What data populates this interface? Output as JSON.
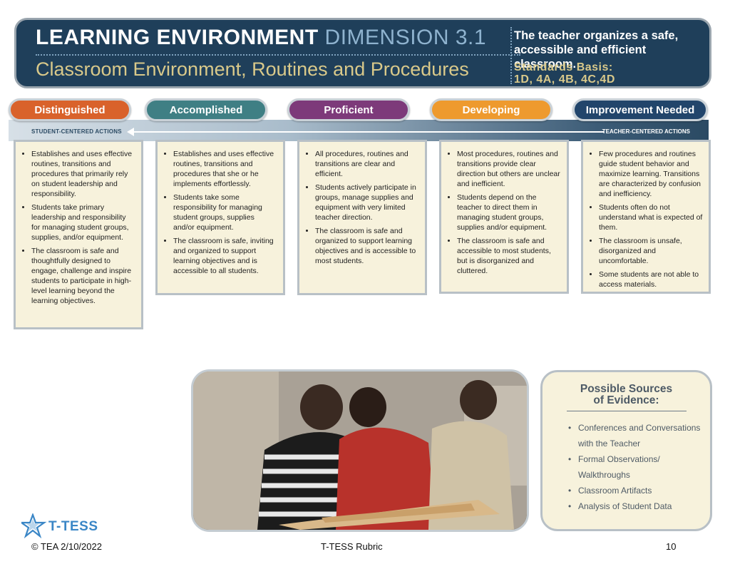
{
  "header": {
    "title_main": "LEARNING ENVIRONMENT",
    "title_dim": "DIMENSION 3.1",
    "subtitle": "Classroom Environment, Routines and Procedures",
    "description": "The teacher organizes a safe, accessible and efficient classroom.",
    "standards_label": "Standards Basis:",
    "standards_values": "1D, 4A, 4B, 4C,4D"
  },
  "levels": [
    {
      "label": "Distinguished",
      "color": "#d9622b"
    },
    {
      "label": "Accomplished",
      "color": "#3f7f84"
    },
    {
      "label": "Proficient",
      "color": "#7d3a7a"
    },
    {
      "label": "Developing",
      "color": "#ee9a2e"
    },
    {
      "label": "Improvement Needed",
      "color": "#22456b"
    }
  ],
  "band": {
    "left_label": "STUDENT-CENTERED ACTIONS",
    "right_label": "TEACHER-CENTERED ACTIONS"
  },
  "columns": [
    {
      "items": [
        "Establishes and uses effective routines, transitions and procedures that primarily rely on student leadership and responsibility.",
        "Students take primary leadership and responsibility for managing student groups, supplies, and/or equipment.",
        "The classroom is safe and thoughtfully designed to engage, challenge and inspire students to participate in high-level learning beyond the learning objectives."
      ]
    },
    {
      "items": [
        "Establishes and uses effective routines, transitions and procedures that she or he implements effortlessly.",
        "Students take some responsibility for managing student groups, supplies and/or equipment.",
        "The classroom is safe, inviting and organized to support learning objectives and is accessible to all students."
      ]
    },
    {
      "items": [
        "All procedures, routines and transitions are clear and efficient.",
        "Students actively participate in groups, manage supplies and equipment with very limited teacher direction.",
        "The classroom is safe and organized to support learning objectives and is accessible to most students."
      ]
    },
    {
      "items": [
        "Most procedures, routines and transitions provide clear direction but others are unclear and inefficient.",
        "Students depend on the teacher to direct them in managing student groups, supplies and/or equipment.",
        "The classroom is safe and accessible to most students, but is disorganized and cluttered."
      ]
    },
    {
      "items": [
        "Few procedures and routines guide student behavior and maximize learning. Transitions are characterized by confusion and inefficiency.",
        "Students often do not understand what is expected of them.",
        "The classroom is unsafe, disorganized and uncomfortable.",
        "Some students are not able to access materials."
      ]
    }
  ],
  "evidence": {
    "title_line1": "Possible Sources",
    "title_line2": "of Evidence:",
    "items": [
      "Conferences and Conversations with the Teacher",
      "Formal Observations/ Walkthroughs",
      "Classroom Artifacts",
      "Analysis of Student Data"
    ]
  },
  "logo_text": "T-TESS",
  "footer": {
    "left": "© TEA  2/10/2022",
    "center": "T-TESS Rubric",
    "page": "10"
  }
}
